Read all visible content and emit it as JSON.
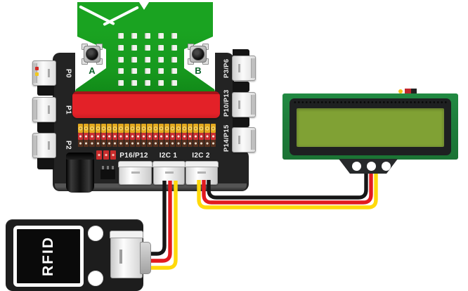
{
  "board": {
    "left_ports": [
      "P0",
      "P1",
      "P2"
    ],
    "right_ports": [
      "P3/P6",
      "P10/P13",
      "P14/P15"
    ],
    "bottom_ports": [
      "P16/P12",
      "I2C 1",
      "I2C 2"
    ],
    "button_a": "A",
    "button_b": "B",
    "led_matrix": {
      "rows": 5,
      "cols": 5
    },
    "pin_grid": {
      "cols": 24,
      "row_colors": [
        "#e2a81e",
        "#ca2e31",
        "#55301e"
      ]
    }
  },
  "lcd": {
    "pcb_color": "#1e7e3b",
    "screen_color": "#80a134",
    "holes": 3
  },
  "rfid": {
    "label": "RFID",
    "holes": 2
  },
  "wires": {
    "black": "#161616",
    "red": "#e21a1e",
    "yellow": "#ffd90a"
  },
  "colors": {
    "microbit_green": "#17991e",
    "edge_connector_red": "#e32128",
    "board_black": "#232323",
    "label_text": "#f2f2f2",
    "button_label_green": "#0b622a"
  }
}
